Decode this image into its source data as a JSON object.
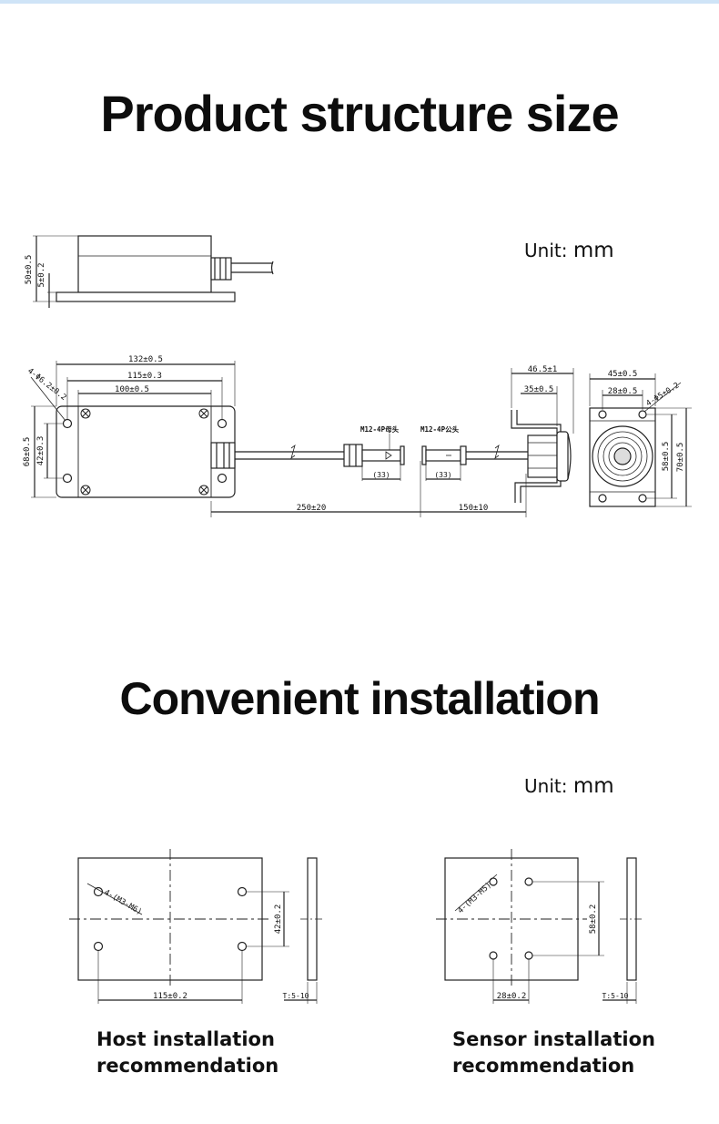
{
  "titles": {
    "structure": "Product structure size",
    "installation": "Convenient installation"
  },
  "unit": {
    "label": "Unit",
    "sep": ":",
    "value": "mm"
  },
  "side_view": {
    "height": "50±0.5",
    "base": "5±0.2"
  },
  "top_view": {
    "overall_width": "132±0.5",
    "hole_spacing": "115±0.3",
    "inner_width": "100±0.5",
    "holes": "4-Φ6.2±0.2",
    "overall_height": "68±0.5",
    "hole_height": "42±0.3",
    "cable_length": "250±20",
    "plug_female": "M12-4P母头",
    "plug_male": "M12-4P公头",
    "plug_len_1": "(33)",
    "plug_len_2": "(33)",
    "sensor_cable": "150±10"
  },
  "sensor": {
    "depth": "46.5±1",
    "bracket": "35±0.5",
    "width": "45±0.5",
    "hole_spacing": "28±0.5",
    "holes": "4-Φ5±0.2",
    "height_inner": "58±0.5",
    "height_outer": "70±0.5"
  },
  "host_install": {
    "holes": "4-(M3-M6)",
    "h_spacing": "42±0.2",
    "w_spacing": "115±0.2",
    "thickness": "T:5-10",
    "caption_line1": "Host installation",
    "caption_line2": "recommendation"
  },
  "sensor_install": {
    "holes": "4-(M3-M5)",
    "h_spacing": "58±0.2",
    "w_spacing": "28±0.2",
    "thickness": "T:5-10",
    "caption_line1": "Sensor installation",
    "caption_line2": "recommendation"
  }
}
